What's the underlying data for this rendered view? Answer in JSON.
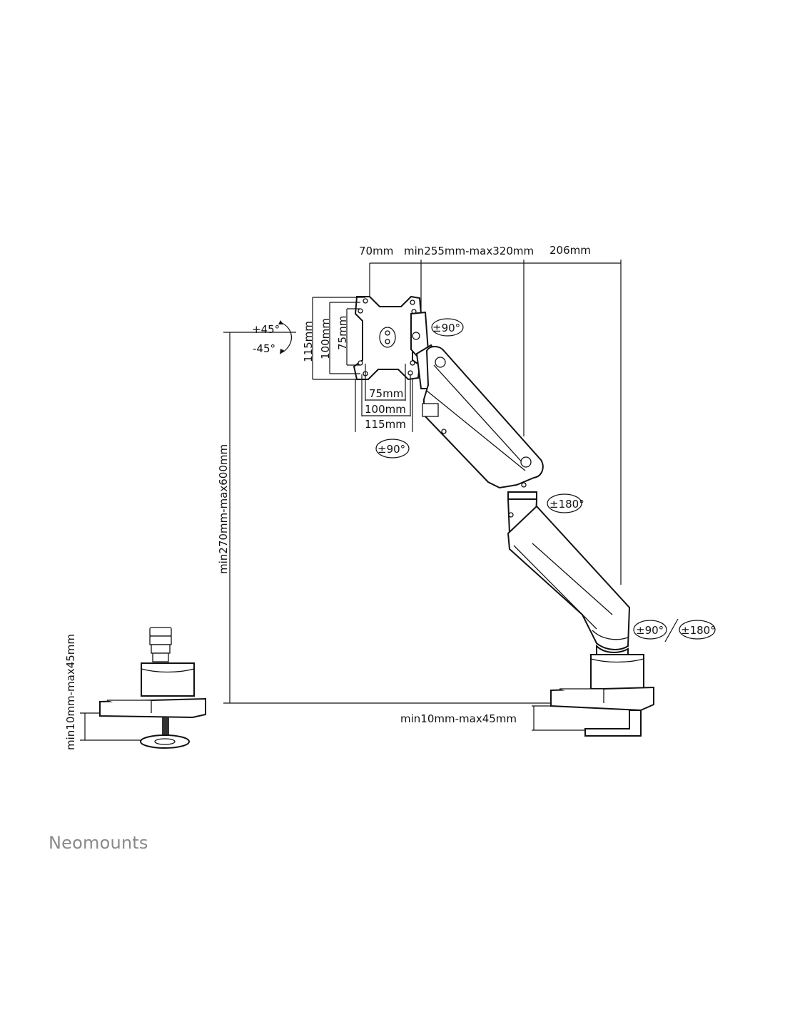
{
  "dimensions": {
    "top_70": "70mm",
    "top_reach": "min255mm-max320mm",
    "top_206": "206mm",
    "vesa_h_115": "115mm",
    "vesa_h_100": "100mm",
    "vesa_h_75": "75mm",
    "vesa_w_75": "75mm",
    "vesa_w_100": "100mm",
    "vesa_w_115": "115mm",
    "height_range": "min270mm-max600mm",
    "desk_thickness_right": "min10mm-max45mm",
    "desk_thickness_left": "min10mm-max45mm"
  },
  "angles": {
    "tilt_up": "+45°",
    "tilt_down": "-45°",
    "rotate_plate": "±90°",
    "rotate_head": "±90°",
    "swivel_mid": "±180°",
    "base_rotate": "±90°",
    "base_swivel": "±180°"
  },
  "brand": "Neomounts"
}
